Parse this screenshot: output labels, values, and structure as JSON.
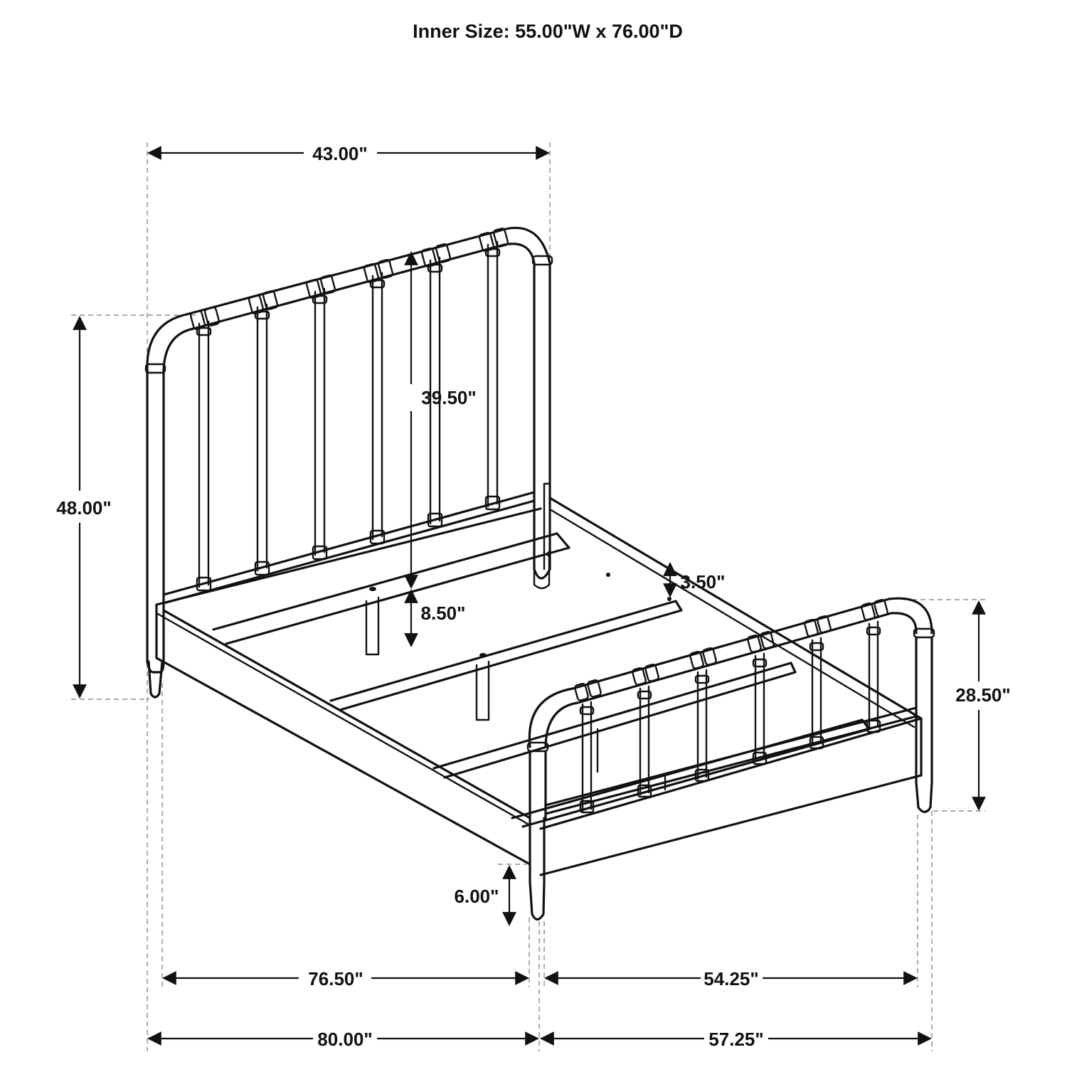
{
  "title": "Inner Size: 55.00\"W x 76.00\"D",
  "dimensions": {
    "headboard_width": "43.00\"",
    "headboard_height": "48.00\"",
    "headboard_panel_height": "39.50\"",
    "rail_clearance": "8.50\"",
    "slat_height": "3.50\"",
    "footboard_height": "28.50\"",
    "leg_height": "6.00\"",
    "inner_length": "76.50\"",
    "inner_width": "54.25\"",
    "overall_length": "80.00\"",
    "overall_width": "57.25\""
  },
  "colors": {
    "ink": "#111111",
    "guide": "#777777",
    "background": "#ffffff"
  }
}
